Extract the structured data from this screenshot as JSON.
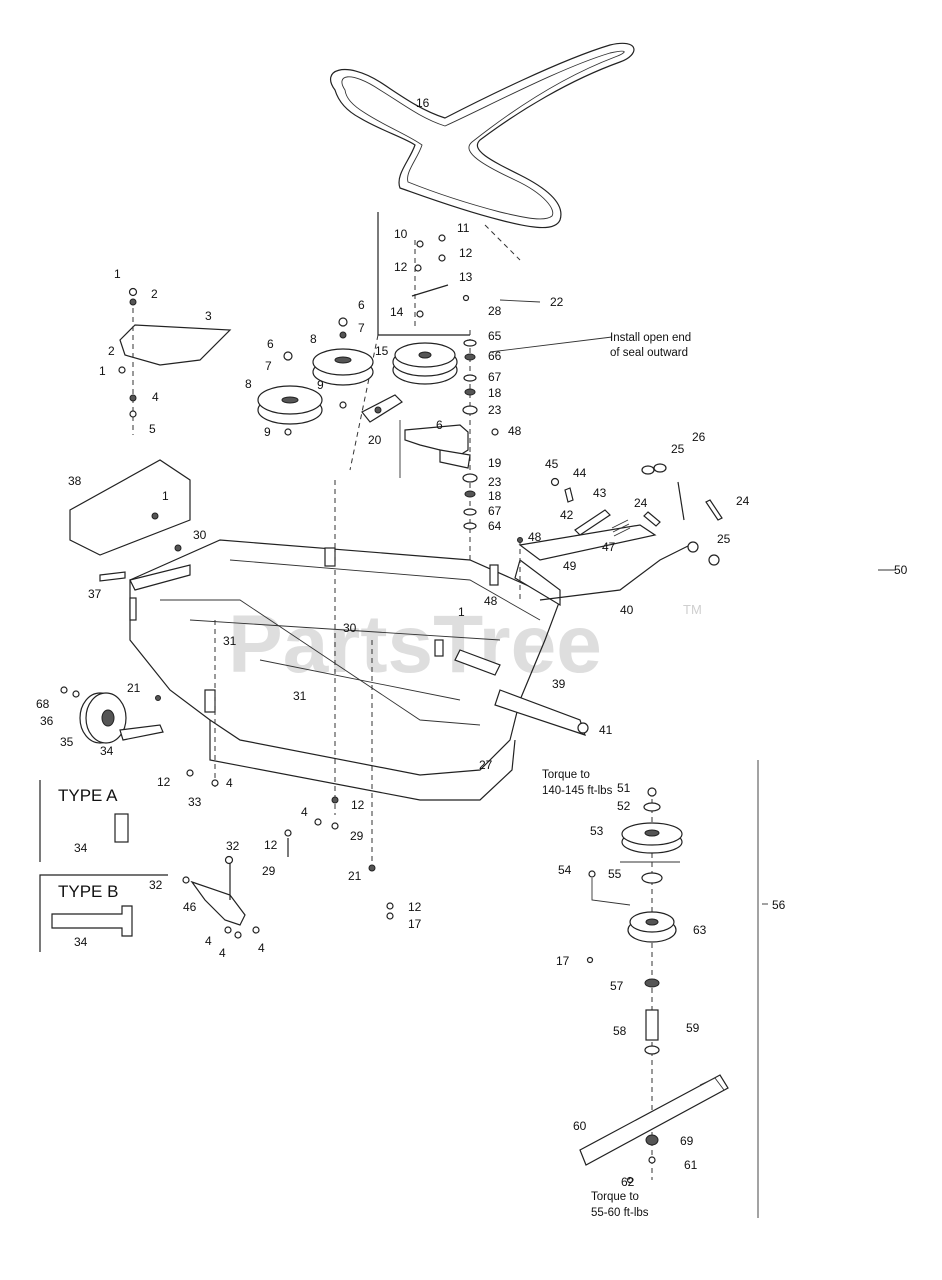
{
  "watermark": {
    "text": "PartsTree",
    "trademark": "TM"
  },
  "notes": {
    "seal": [
      "Install open end",
      "of seal outward"
    ],
    "torque_upper": [
      "Torque to",
      "140-145 ft-lbs"
    ],
    "torque_lower": [
      "Torque to",
      "55-60 ft-lbs"
    ]
  },
  "type_boxes": {
    "a": "TYPE A",
    "b": "TYPE B"
  },
  "callouts": [
    {
      "id": "c16",
      "text": "16"
    },
    {
      "id": "c10",
      "text": "10"
    },
    {
      "id": "c11",
      "text": "11"
    },
    {
      "id": "c12a",
      "text": "12"
    },
    {
      "id": "c12b",
      "text": "12"
    },
    {
      "id": "c13",
      "text": "13"
    },
    {
      "id": "c14",
      "text": "14"
    },
    {
      "id": "c28",
      "text": "28"
    },
    {
      "id": "c22",
      "text": "22"
    },
    {
      "id": "c65",
      "text": "65"
    },
    {
      "id": "c66",
      "text": "66"
    },
    {
      "id": "c67a",
      "text": "67"
    },
    {
      "id": "c18a",
      "text": "18"
    },
    {
      "id": "c23a",
      "text": "23"
    },
    {
      "id": "c48a",
      "text": "48"
    },
    {
      "id": "c19",
      "text": "19"
    },
    {
      "id": "c23b",
      "text": "23"
    },
    {
      "id": "c18b",
      "text": "18"
    },
    {
      "id": "c67b",
      "text": "67"
    },
    {
      "id": "c64",
      "text": "64"
    },
    {
      "id": "c15",
      "text": "15"
    },
    {
      "id": "c6a",
      "text": "6"
    },
    {
      "id": "c7a",
      "text": "7"
    },
    {
      "id": "c8a",
      "text": "8"
    },
    {
      "id": "c9a",
      "text": "9"
    },
    {
      "id": "c6b",
      "text": "6"
    },
    {
      "id": "c7b",
      "text": "7"
    },
    {
      "id": "c8b",
      "text": "8"
    },
    {
      "id": "c9b",
      "text": "9"
    },
    {
      "id": "c20",
      "text": "20"
    },
    {
      "id": "c6c",
      "text": "6"
    },
    {
      "id": "c1a",
      "text": "1"
    },
    {
      "id": "c2a",
      "text": "2"
    },
    {
      "id": "c3",
      "text": "3"
    },
    {
      "id": "c2b",
      "text": "2"
    },
    {
      "id": "c1b",
      "text": "1"
    },
    {
      "id": "c4a",
      "text": "4"
    },
    {
      "id": "c5",
      "text": "5"
    },
    {
      "id": "c38",
      "text": "38"
    },
    {
      "id": "c1c",
      "text": "1"
    },
    {
      "id": "c30a",
      "text": "30"
    },
    {
      "id": "c37",
      "text": "37"
    },
    {
      "id": "c45",
      "text": "45"
    },
    {
      "id": "c44",
      "text": "44"
    },
    {
      "id": "c43",
      "text": "43"
    },
    {
      "id": "c42",
      "text": "42"
    },
    {
      "id": "c47",
      "text": "47"
    },
    {
      "id": "c25a",
      "text": "25"
    },
    {
      "id": "c26",
      "text": "26"
    },
    {
      "id": "c24a",
      "text": "24"
    },
    {
      "id": "c24b",
      "text": "24"
    },
    {
      "id": "c25b",
      "text": "25"
    },
    {
      "id": "c50",
      "text": "50"
    },
    {
      "id": "c48b",
      "text": "48"
    },
    {
      "id": "c49",
      "text": "49"
    },
    {
      "id": "c48c",
      "text": "48"
    },
    {
      "id": "c1d",
      "text": "1"
    },
    {
      "id": "c40",
      "text": "40"
    },
    {
      "id": "c31a",
      "text": "31"
    },
    {
      "id": "c30b",
      "text": "30"
    },
    {
      "id": "c31b",
      "text": "31"
    },
    {
      "id": "c39",
      "text": "39"
    },
    {
      "id": "c41",
      "text": "41"
    },
    {
      "id": "c21a",
      "text": "21"
    },
    {
      "id": "c68",
      "text": "68"
    },
    {
      "id": "c36",
      "text": "36"
    },
    {
      "id": "c35",
      "text": "35"
    },
    {
      "id": "c34a",
      "text": "34"
    },
    {
      "id": "c12c",
      "text": "12"
    },
    {
      "id": "c4b",
      "text": "4"
    },
    {
      "id": "c33",
      "text": "33"
    },
    {
      "id": "c27",
      "text": "27"
    },
    {
      "id": "c4c",
      "text": "4"
    },
    {
      "id": "c12d",
      "text": "12"
    },
    {
      "id": "c29a",
      "text": "29"
    },
    {
      "id": "c12e",
      "text": "12"
    },
    {
      "id": "c29b",
      "text": "29"
    },
    {
      "id": "c21b",
      "text": "21"
    },
    {
      "id": "c12f",
      "text": "12"
    },
    {
      "id": "c17a",
      "text": "17"
    },
    {
      "id": "c34b",
      "text": "34"
    },
    {
      "id": "c34c",
      "text": "34"
    },
    {
      "id": "c32a",
      "text": "32"
    },
    {
      "id": "c32b",
      "text": "32"
    },
    {
      "id": "c46",
      "text": "46"
    },
    {
      "id": "c4d",
      "text": "4"
    },
    {
      "id": "c4e",
      "text": "4"
    },
    {
      "id": "c4f",
      "text": "4"
    },
    {
      "id": "c51",
      "text": "51"
    },
    {
      "id": "c52",
      "text": "52"
    },
    {
      "id": "c53",
      "text": "53"
    },
    {
      "id": "c54",
      "text": "54"
    },
    {
      "id": "c55",
      "text": "55"
    },
    {
      "id": "c63",
      "text": "63"
    },
    {
      "id": "c56",
      "text": "56"
    },
    {
      "id": "c17b",
      "text": "17"
    },
    {
      "id": "c57",
      "text": "57"
    },
    {
      "id": "c58",
      "text": "58"
    },
    {
      "id": "c59",
      "text": "59"
    },
    {
      "id": "c60",
      "text": "60"
    },
    {
      "id": "c69",
      "text": "69"
    },
    {
      "id": "c61",
      "text": "61"
    },
    {
      "id": "c62",
      "text": "62"
    }
  ]
}
